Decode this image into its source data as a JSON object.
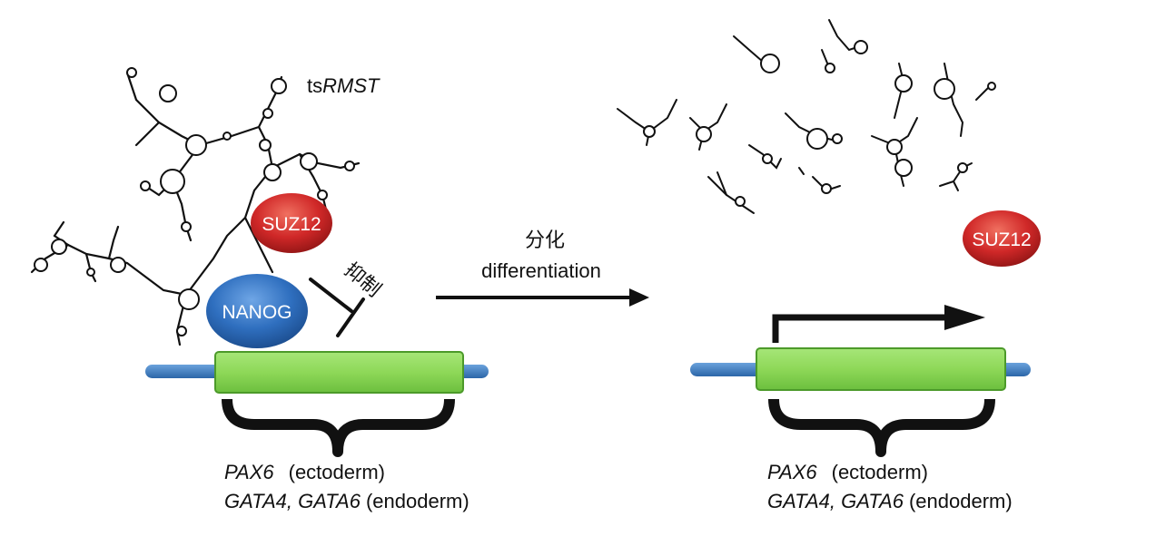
{
  "diagram": {
    "rna_label_prefix": "ts",
    "rna_label_name": "RMST",
    "protein_suz12": "SUZ12",
    "protein_nanog": "NANOG",
    "repress_label": "抑制",
    "arrow_label_cn": "分化",
    "arrow_label_en": "differentiation",
    "left_genes": {
      "line1_gene": "PAX6",
      "line1_desc": "(ectoderm)",
      "line2_gene": "GATA4, GATA6",
      "line2_desc": "(endoderm)"
    },
    "right_genes": {
      "line1_gene": "PAX6",
      "line1_desc": "(ectoderm)",
      "line2_gene": "GATA4, GATA6",
      "line2_desc": "(endoderm)"
    },
    "colors": {
      "gene_box": "#8ed858",
      "gene_box_border": "#4c9a2a",
      "dna": "#3d7fc4",
      "suz12": "#d02828",
      "nanog": "#2f6fbf"
    }
  }
}
